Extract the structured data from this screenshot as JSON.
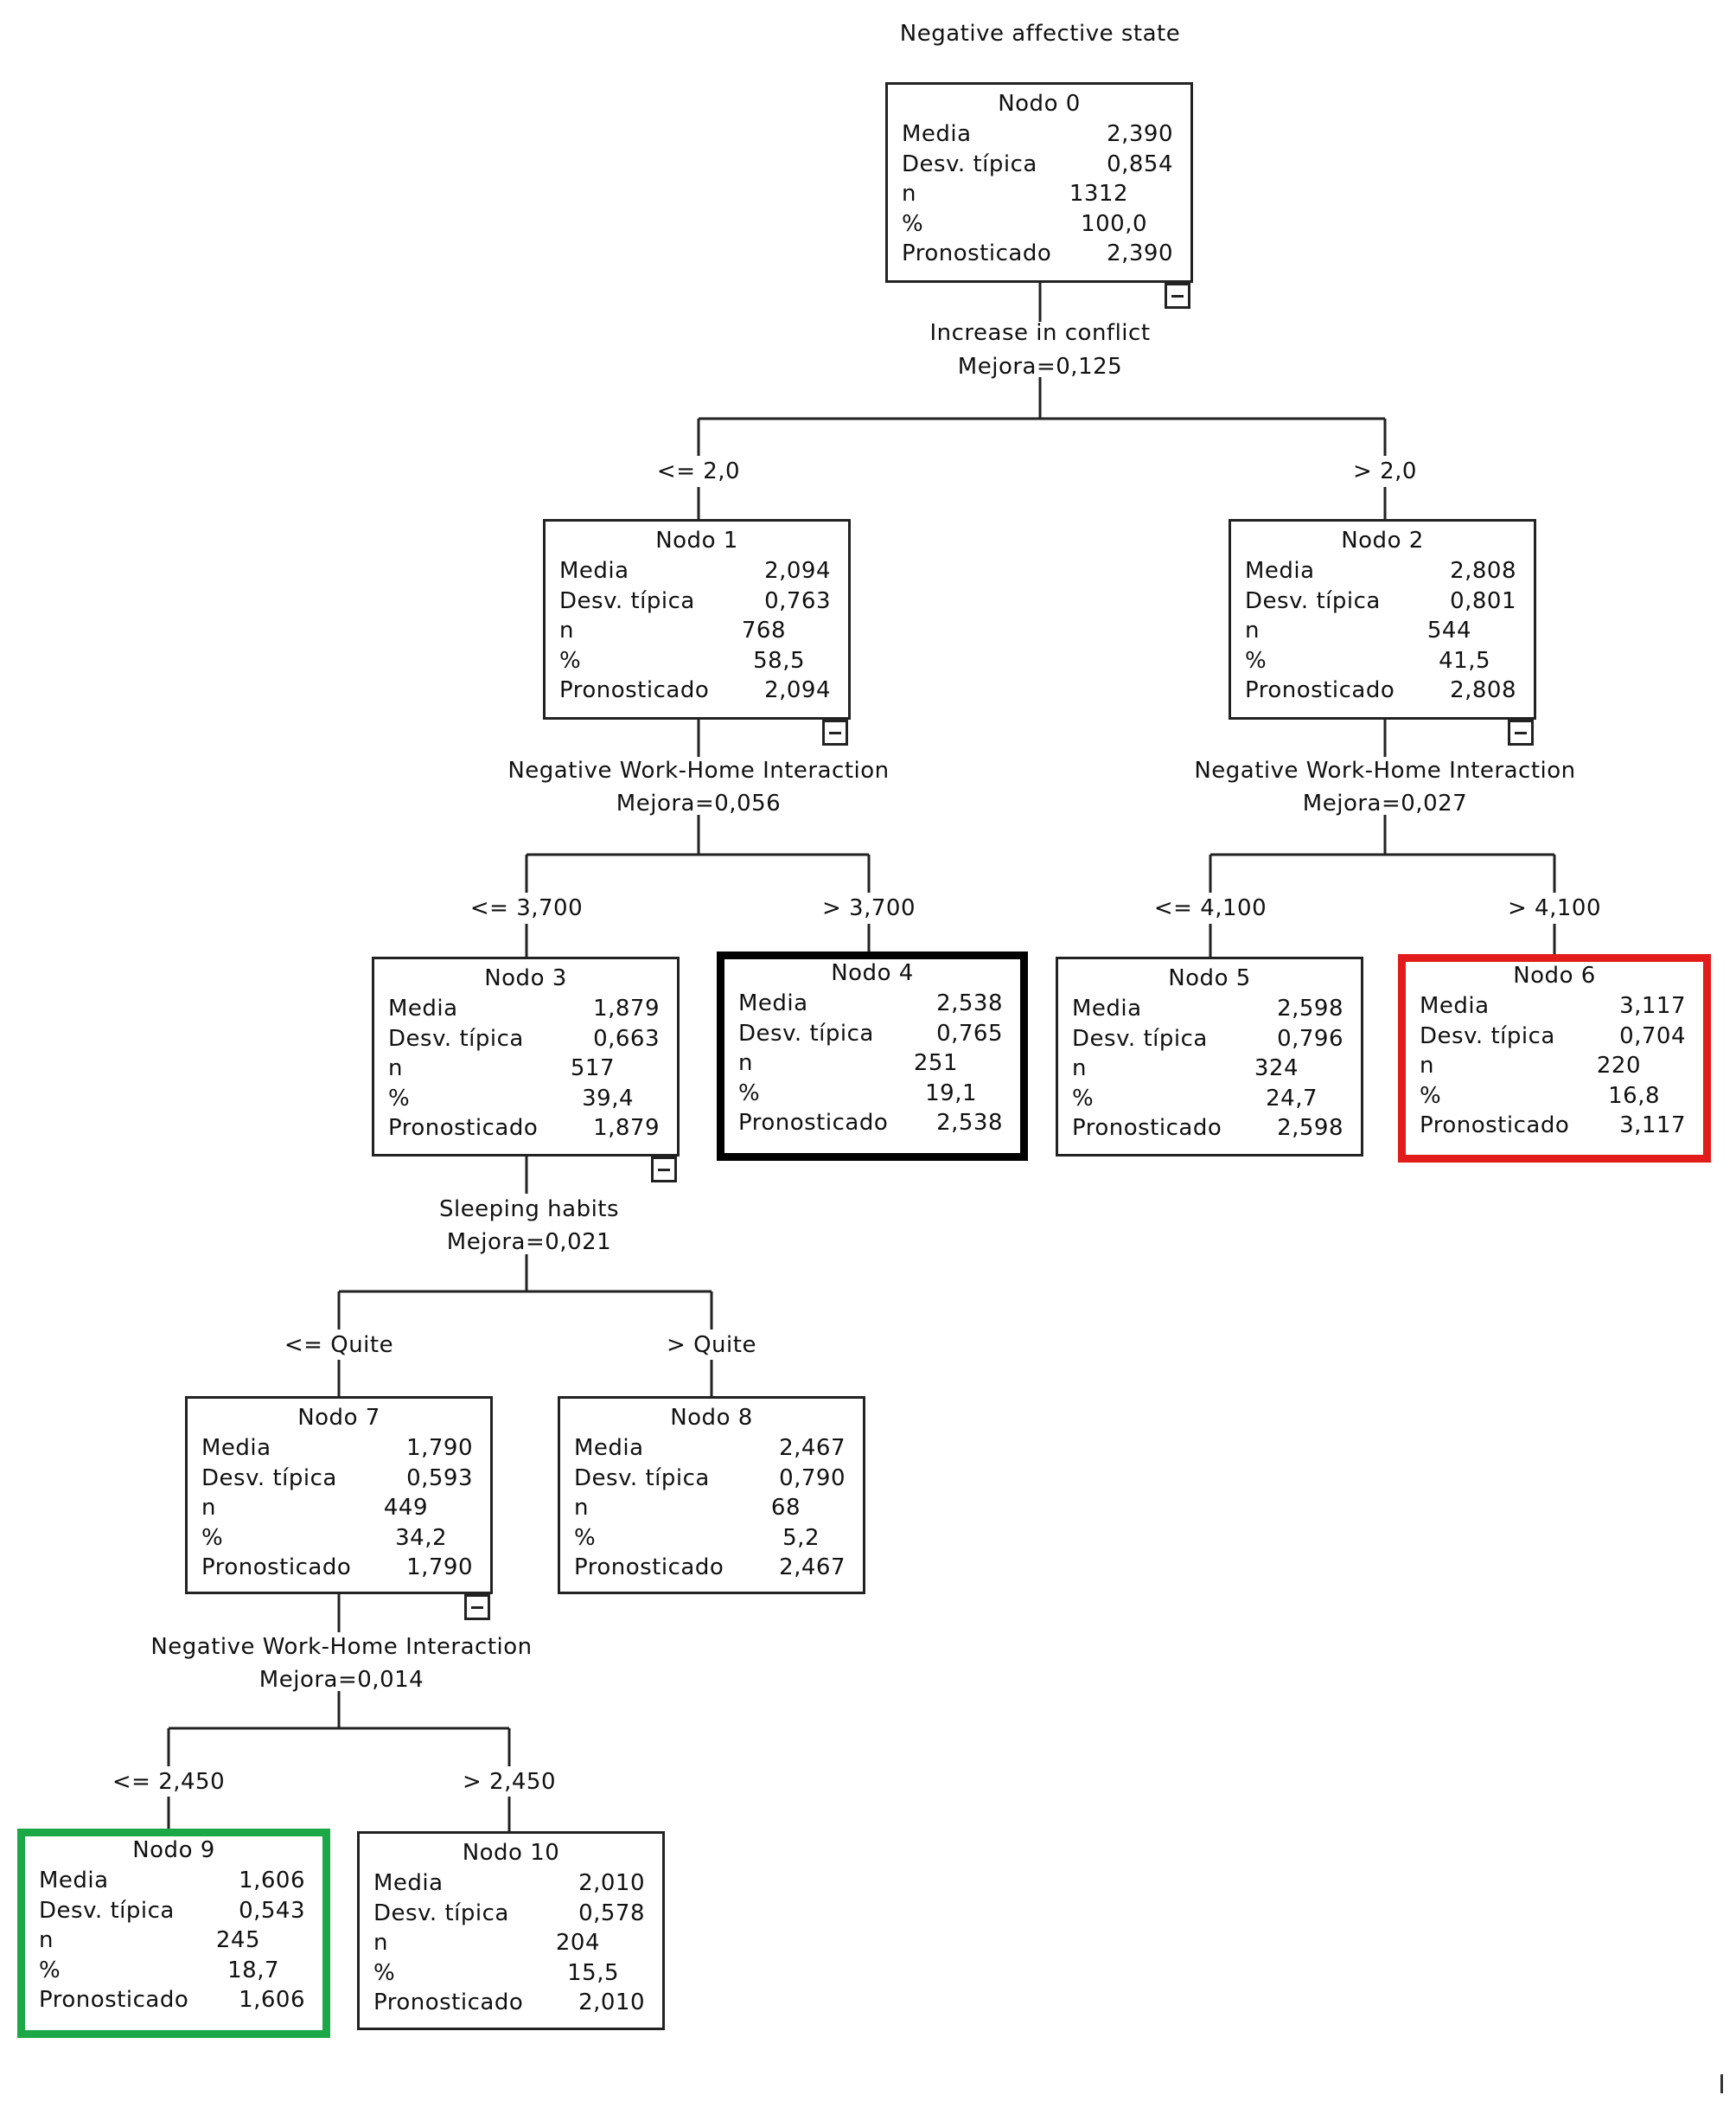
{
  "title": "Negative affective state",
  "row_labels": [
    "Media",
    "Desv. típica",
    "n",
    "%",
    "Pronosticado"
  ],
  "splits": [
    {
      "id": "split0",
      "variable": "Increase in conflict",
      "improvement": "Mejora=0,125"
    },
    {
      "id": "split1",
      "variable": "Negative Work-Home Interaction",
      "improvement": "Mejora=0,056"
    },
    {
      "id": "split2",
      "variable": "Negative Work-Home Interaction",
      "improvement": "Mejora=0,027"
    },
    {
      "id": "split3",
      "variable": "Sleeping habits",
      "improvement": "Mejora=0,021"
    },
    {
      "id": "split7",
      "variable": "Negative Work-Home Interaction",
      "improvement": "Mejora=0,014"
    }
  ],
  "branch_labels": {
    "n1": "<= 2,0",
    "n2": "> 2,0",
    "n3": "<= 3,700",
    "n4": "> 3,700",
    "n5": "<= 4,100",
    "n6": "> 4,100",
    "n7": "<= Quite",
    "n8": "> Quite",
    "n9": "<= 2,450",
    "n10": "> 2,450"
  },
  "nodes": [
    {
      "id": "n0",
      "name": "Nodo 0",
      "media": "2,390",
      "desv": "0,854",
      "n": "1312",
      "pct": "100,0",
      "pron": "2,390",
      "highlight": ""
    },
    {
      "id": "n1",
      "name": "Nodo 1",
      "media": "2,094",
      "desv": "0,763",
      "n": "768",
      "pct": "58,5",
      "pron": "2,094",
      "highlight": ""
    },
    {
      "id": "n2",
      "name": "Nodo 2",
      "media": "2,808",
      "desv": "0,801",
      "n": "544",
      "pct": "41,5",
      "pron": "2,808",
      "highlight": ""
    },
    {
      "id": "n3",
      "name": "Nodo 3",
      "media": "1,879",
      "desv": "0,663",
      "n": "517",
      "pct": "39,4",
      "pron": "1,879",
      "highlight": ""
    },
    {
      "id": "n4",
      "name": "Nodo 4",
      "media": "2,538",
      "desv": "0,765",
      "n": "251",
      "pct": "19,1",
      "pron": "2,538",
      "highlight": "black"
    },
    {
      "id": "n5",
      "name": "Nodo 5",
      "media": "2,598",
      "desv": "0,796",
      "n": "324",
      "pct": "24,7",
      "pron": "2,598",
      "highlight": ""
    },
    {
      "id": "n6",
      "name": "Nodo 6",
      "media": "3,117",
      "desv": "0,704",
      "n": "220",
      "pct": "16,8",
      "pron": "3,117",
      "highlight": "red"
    },
    {
      "id": "n7",
      "name": "Nodo 7",
      "media": "1,790",
      "desv": "0,593",
      "n": "449",
      "pct": "34,2",
      "pron": "1,790",
      "highlight": ""
    },
    {
      "id": "n8",
      "name": "Nodo 8",
      "media": "2,467",
      "desv": "0,790",
      "n": "68",
      "pct": "5,2",
      "pron": "2,467",
      "highlight": ""
    },
    {
      "id": "n9",
      "name": "Nodo 9",
      "media": "1,606",
      "desv": "0,543",
      "n": "245",
      "pct": "18,7",
      "pron": "1,606",
      "highlight": "green"
    },
    {
      "id": "n10",
      "name": "Nodo 10",
      "media": "2,010",
      "desv": "0,578",
      "n": "204",
      "pct": "15,5",
      "pron": "2,010",
      "highlight": ""
    }
  ],
  "colors": {
    "line": "#222222",
    "highlight_black": "#000000",
    "highlight_red": "#e21b1b",
    "highlight_green": "#1ca847"
  }
}
